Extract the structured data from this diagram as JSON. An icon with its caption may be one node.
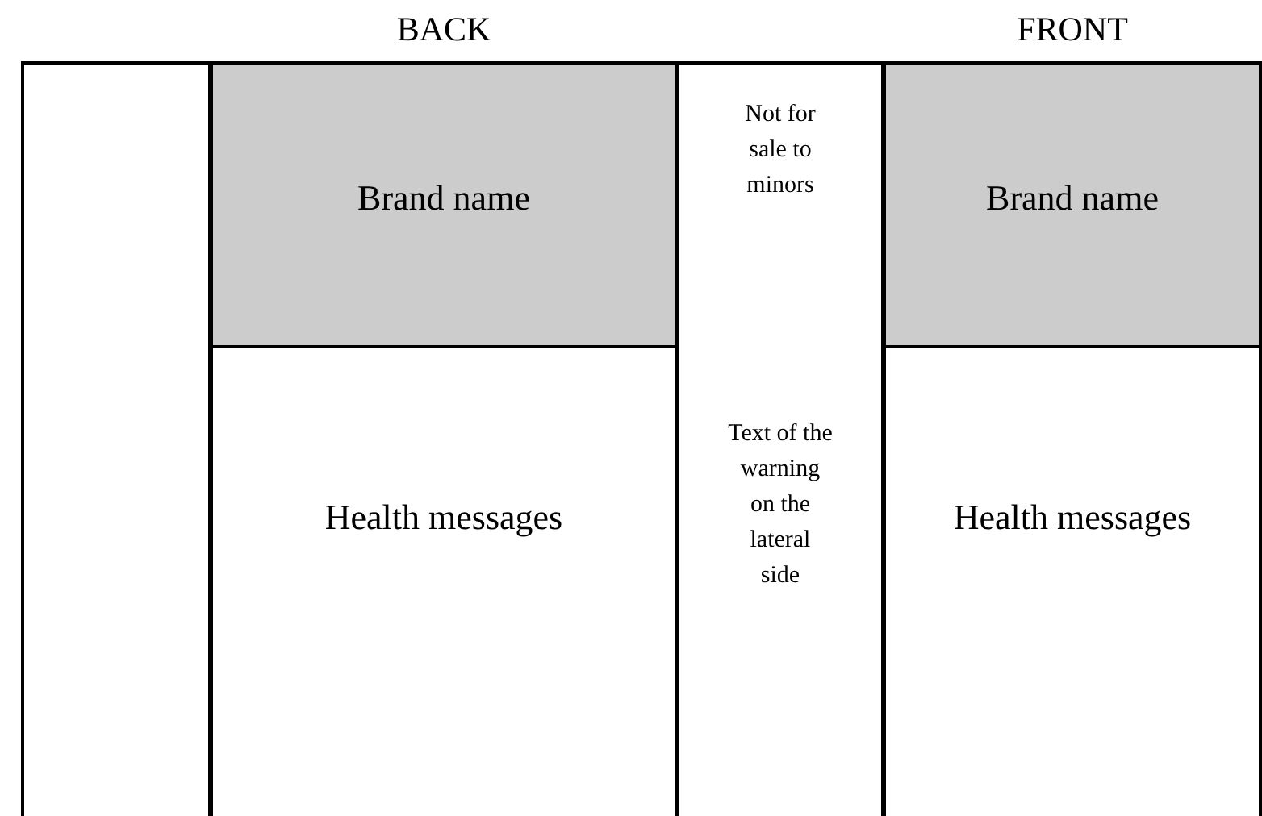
{
  "diagram": {
    "nodes": [
      {
        "text": [],
        "shape": "box"
      },
      {
        "text": [
          "BACK"
        ]
      },
      {
        "text": [
          "Brand name"
        ],
        "in": 1
      },
      {
        "text": [
          "Health messages"
        ],
        "in": 1
      },
      {
        "text": [
          "Not for sale to minors",
          "Text of the warning on the lateral side"
        ]
      },
      {
        "text": [
          "FRONT"
        ]
      },
      {
        "text": [
          "Brand name"
        ],
        "in": 5
      },
      {
        "text": [
          "Health messages"
        ],
        "in": 5
      }
    ],
    "edges": []
  }
}
